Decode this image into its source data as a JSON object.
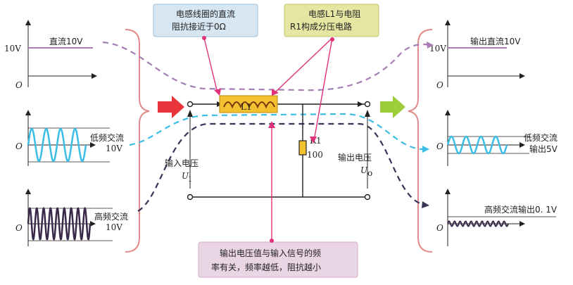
{
  "callouts": {
    "top_left": {
      "line1": "电感线圈的直流",
      "line2": "阻抗接近于0Ω",
      "bg": "#d6e6f2",
      "border": "#9fbfd8"
    },
    "top_right": {
      "line1": "电感L1与电阻",
      "line2": "R1构成分压电路",
      "bg": "#e4e6a2",
      "border": "#c3c66e"
    },
    "bottom": {
      "line1": "输出电压值与输入信号的频",
      "line2": "率有关，频率越低，阻抗越小",
      "bg": "#ead5e5",
      "border": "#d4aac8"
    }
  },
  "inputs": {
    "dc": {
      "label": "直流10V",
      "level": "10V",
      "origin": "O"
    },
    "low": {
      "label": "低频交流",
      "value": "10V",
      "origin": "O"
    },
    "high": {
      "label": "高频交流",
      "value": "10V",
      "origin": "O"
    }
  },
  "outputs": {
    "dc": {
      "label": "输出直流10V",
      "level": "10V",
      "origin": "O"
    },
    "low": {
      "label": "低频交流",
      "value": "输出5V",
      "origin": "O"
    },
    "high": {
      "label": "高频交流输出0. 1V",
      "origin": "O"
    }
  },
  "circuit": {
    "inductor_label": "L1",
    "resistor_label": "R1",
    "resistor_value": "100",
    "input_label": "输入电压",
    "input_symbol": "U",
    "input_sub": "i",
    "output_label": "输出电压",
    "output_symbol": "U",
    "output_sub": "o"
  },
  "colors": {
    "dc_wave": "#b07ab8",
    "dc_path": "#a57fb4",
    "low_wave": "#3bbde6",
    "high_wave": "#3a2a4a",
    "high_path": "#3a3458",
    "pointer": "#e0307a",
    "bracket": "#e08a8a",
    "arrow_in": "#e8343a",
    "arrow_out": "#9ccd3a",
    "inductor_box": "#f2c230"
  }
}
